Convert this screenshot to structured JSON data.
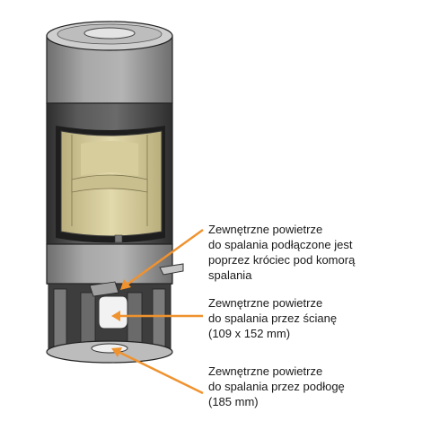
{
  "callouts": [
    {
      "lines": [
        "Zewnętrzne powietrze",
        "do spalania podłączone jest",
        "poprzez króciec pod komorą",
        "spalania"
      ]
    },
    {
      "lines": [
        "Zewnętrzne powietrze",
        "do spalania przez ścianę",
        "(109 x 152 mm)"
      ]
    },
    {
      "lines": [
        "Zewnętrzne powietrze",
        "do spalania przez podłogę",
        "(185 mm)"
      ]
    }
  ],
  "colors": {
    "arrow": "#f0922e",
    "body_dark": "#4a4a4a",
    "steel": "#9a9a9a",
    "glass": "#d8cfa0",
    "text": "#1a1a1a"
  }
}
